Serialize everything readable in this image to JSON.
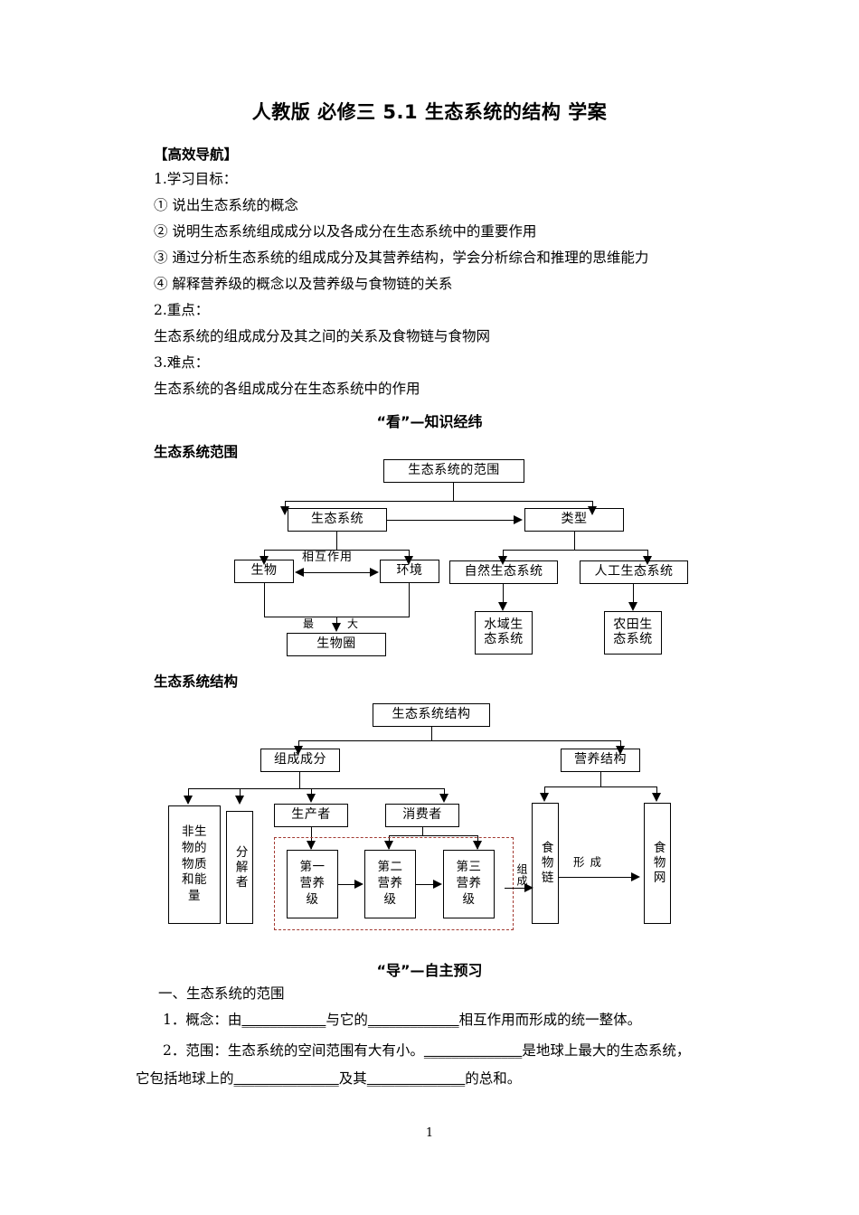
{
  "document": {
    "title": "人教版 必修三 5.1 生态系统的结构 学案",
    "page_number": "1"
  },
  "nav_section": {
    "heading": "【高效导航】",
    "lines": [
      "1.学习目标：",
      "① 说出生态系统的概念",
      "② 说明生态系统组成成分以及各成分在生态系统中的重要作用",
      "③ 通过分析生态系统的组成成分及其营养结构，学会分析综合和推理的思维能力",
      "④ 解释营养级的概念以及营养级与食物链的关系",
      "2.重点：",
      "生态系统的组成成分及其之间的关系及食物链与食物网",
      "3.难点：",
      "生态系统的各组成成分在生态系统中的作用"
    ]
  },
  "see_section": {
    "heading": "“看”—知识经纬",
    "diagram1_label": "生态系统范围",
    "diagram2_label": "生态系统结构"
  },
  "diagram1": {
    "root": "生态系统的范围",
    "ecosystem": "生态系统",
    "types": "类型",
    "organism": "生物",
    "environment": "环境",
    "interaction_label": "相互作用",
    "largest_label_left": "最",
    "largest_label_right": "大",
    "biosphere": "生物圈",
    "natural": "自然生态系统",
    "artificial": "人工生态系统",
    "aquatic": "水域生\n态系统",
    "farmland": "农田生\n态系统"
  },
  "diagram2": {
    "root": "生态系统结构",
    "components": "组成成分",
    "nutrition_structure": "营养结构",
    "abiotic": "非生\n物的\n物质\n和能\n量",
    "decomposer": "分解者",
    "producer": "生产者",
    "consumer": "消费者",
    "trophic1": "第一\n营养\n级",
    "trophic2": "第二\n营养\n级",
    "trophic3": "第三\n营养\n级",
    "compose_label": "组成",
    "food_chain": "食物链",
    "form_label": "形 成",
    "food_web": "食物网",
    "dashed_border_color": "#a33b33"
  },
  "guide_section": {
    "heading": "“导”—自主预习",
    "item_title": "一、生态系统的范围",
    "line1_pre": "1．概念：由",
    "line1_blank1": "____________",
    "line1_mid": "与它的",
    "line1_blank2": "_____________",
    "line1_post": "相互作用而形成的统一整体。",
    "line2_pre": "2．范围：生态系统的空间范围有大有小。",
    "line2_blank1": "______________",
    "line2_post": "是地球上最大的生态系统，",
    "line3_pre": "它包括地球上的",
    "line3_blank1": "_______________",
    "line3_mid": "及其",
    "line3_blank2": "______________",
    "line3_post": "的总和。"
  }
}
